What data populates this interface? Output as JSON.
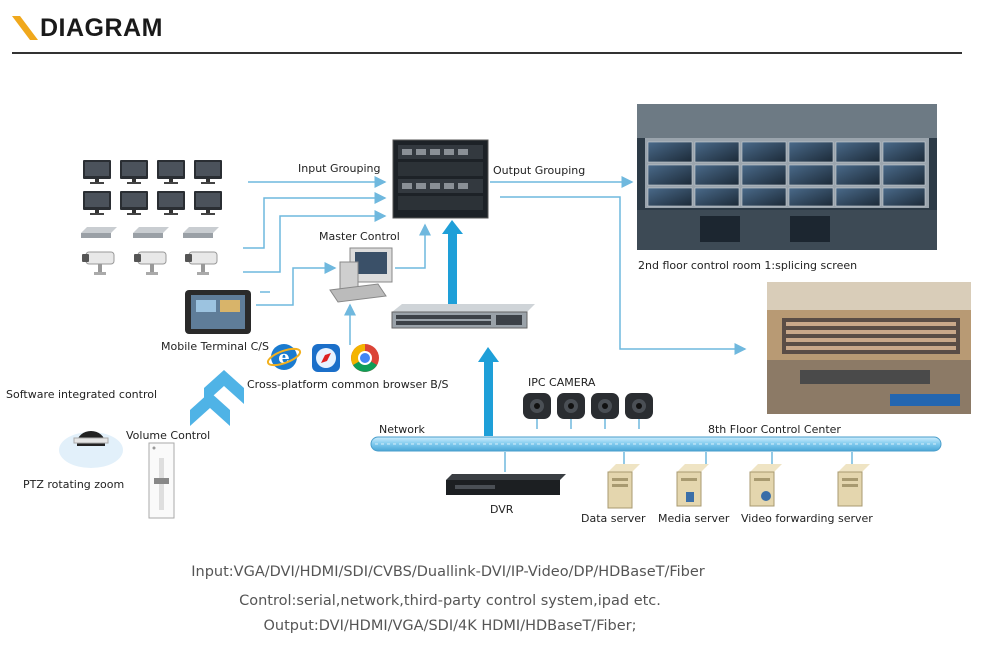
{
  "header": {
    "title": "DIAGRAM",
    "accent_color": "#f0a81c"
  },
  "labels": {
    "input_grouping": "Input Grouping",
    "output_grouping": "Output Grouping",
    "master_control": "Master Control",
    "mobile_terminal": "Mobile Terminal C/S",
    "browser": "Cross-platform common browser B/S",
    "software_control": "Software integrated control",
    "volume_control": "Volume Control",
    "ptz_zoom": "PTZ rotating zoom",
    "network": "Network",
    "ipc_camera": "IPC CAMERA",
    "floor8": "8th Floor Control Center",
    "dvr": "DVR",
    "data_server": "Data server",
    "media_server": "Media server",
    "video_forwarding_server": "Video forwarding server",
    "floor2": "2nd floor control room 1:splicing screen"
  },
  "captions": {
    "input": "Input:VGA/DVI/HDMI/SDI/CVBS/Duallink-DVI/IP-Video/DP/HDBaseT/Fiber",
    "control": "Control:serial,network,third-party control system,ipad etc.",
    "output": "Output:DVI/HDMI/VGA/SDI/4K HDMI/HDBaseT/Fiber;"
  },
  "colors": {
    "line": "#6fb8de",
    "thick_arrow": "#1e9fd8",
    "bus": "#7fcaee"
  }
}
